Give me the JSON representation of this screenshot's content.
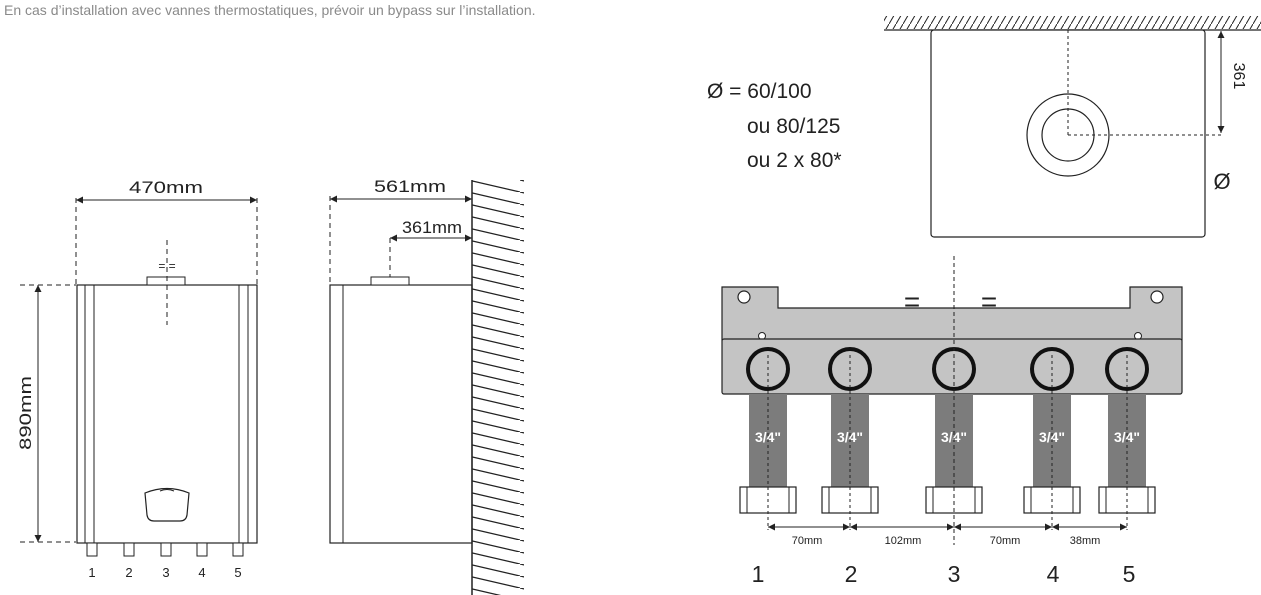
{
  "note": "En cas d’installation avec vannes thermostatiques, prévoir un bypass sur l’installation.",
  "front_view": {
    "width_label": "470mm",
    "height_label": "890mm",
    "equal_marks": "= =",
    "connection_numbers": [
      "1",
      "2",
      "3",
      "4",
      "5"
    ]
  },
  "side_view": {
    "depth_label": "561mm",
    "flue_label": "361mm"
  },
  "flue": {
    "line1": "Ø = 60/100",
    "line2": "ou 80/125",
    "line3": "ou 2 x 80*",
    "offset_label": "361",
    "diameter_symbol": "Ø"
  },
  "manifold": {
    "equal_left": "=",
    "equal_right": "=",
    "pipe_labels": [
      "3/4\"",
      "3/4\"",
      "3/4\"",
      "3/4\"",
      "3/4\""
    ],
    "spacing_labels": [
      "70mm",
      "102mm",
      "70mm",
      "38mm"
    ],
    "numbers": [
      "1",
      "2",
      "3",
      "4",
      "5"
    ]
  },
  "colors": {
    "plate": "#c4c4c4",
    "pipe": "#7c7c7c",
    "line": "#222222",
    "note_text": "#8a8a8a"
  }
}
